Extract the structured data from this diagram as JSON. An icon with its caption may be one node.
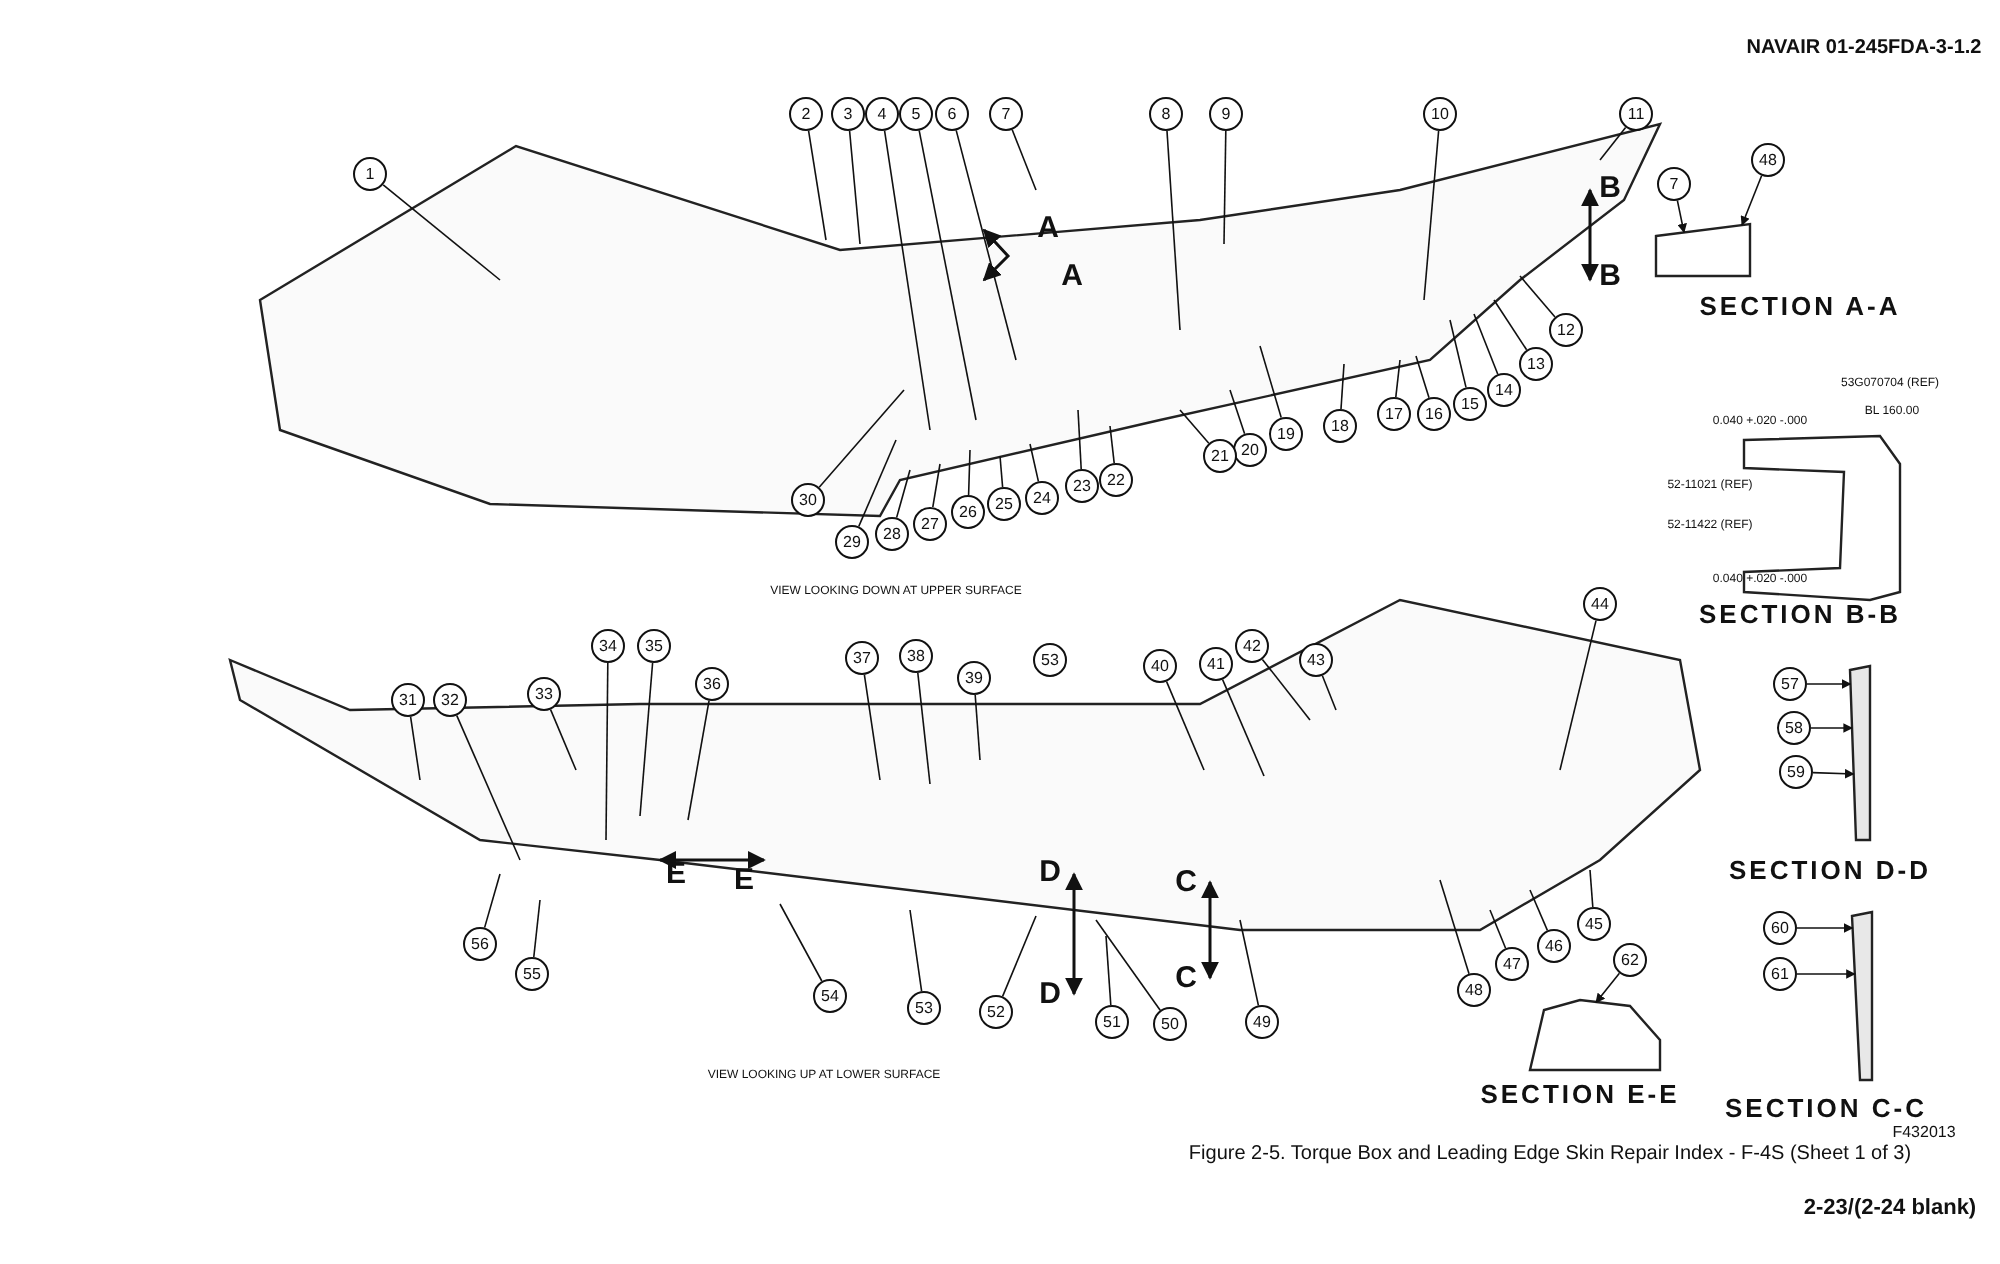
{
  "diagram": {
    "caption": "Figure 2-5. Torque Box and Leading Edge Skin Repair Index - F-4S (Sheet 1 of 3)",
    "nodes": [
      {
        "text": [
          "1"
        ]
      },
      {
        "text": [
          "2"
        ]
      },
      {
        "text": [
          "3"
        ]
      },
      {
        "text": [
          "4"
        ]
      },
      {
        "text": [
          "5"
        ]
      },
      {
        "text": [
          "6"
        ]
      },
      {
        "text": [
          "7"
        ]
      },
      {
        "text": [
          "8"
        ]
      },
      {
        "text": [
          "9"
        ]
      },
      {
        "text": [
          "10"
        ]
      },
      {
        "text": [
          "11"
        ]
      },
      {
        "text": [
          "12"
        ]
      },
      {
        "text": [
          "13"
        ]
      },
      {
        "text": [
          "14"
        ]
      },
      {
        "text": [
          "15"
        ]
      },
      {
        "text": [
          "16"
        ]
      },
      {
        "text": [
          "17"
        ]
      },
      {
        "text": [
          "18"
        ]
      },
      {
        "text": [
          "19"
        ]
      },
      {
        "text": [
          "20"
        ]
      },
      {
        "text": [
          "21"
        ]
      },
      {
        "text": [
          "22"
        ]
      },
      {
        "text": [
          "23"
        ]
      },
      {
        "text": [
          "24"
        ]
      },
      {
        "text": [
          "25"
        ]
      },
      {
        "text": [
          "26"
        ]
      },
      {
        "text": [
          "27"
        ]
      },
      {
        "text": [
          "28"
        ]
      },
      {
        "text": [
          "29"
        ]
      },
      {
        "text": [
          "30"
        ]
      },
      {
        "text": [
          "31"
        ]
      },
      {
        "text": [
          "32"
        ]
      },
      {
        "text": [
          "33"
        ]
      },
      {
        "text": [
          "34"
        ]
      },
      {
        "text": [
          "35"
        ]
      },
      {
        "text": [
          "36"
        ]
      },
      {
        "text": [
          "37"
        ]
      },
      {
        "text": [
          "38"
        ]
      },
      {
        "text": [
          "39"
        ]
      },
      {
        "text": [
          "40"
        ]
      },
      {
        "text": [
          "41"
        ]
      },
      {
        "text": [
          "42"
        ]
      },
      {
        "text": [
          "43"
        ]
      },
      {
        "text": [
          "44"
        ]
      },
      {
        "text": [
          "45"
        ]
      },
      {
        "text": [
          "46"
        ]
      },
      {
        "text": [
          "47"
        ]
      },
      {
        "text": [
          "48"
        ]
      },
      {
        "text": [
          "49"
        ]
      },
      {
        "text": [
          "50"
        ]
      },
      {
        "text": [
          "51"
        ]
      },
      {
        "text": [
          "52"
        ]
      },
      {
        "text": [
          "53"
        ]
      },
      {
        "text": [
          "54"
        ]
      },
      {
        "text": [
          "55"
        ]
      },
      {
        "text": [
          "56"
        ]
      },
      {
        "text": [
          "57"
        ]
      },
      {
        "text": [
          "58"
        ]
      },
      {
        "text": [
          "59"
        ]
      },
      {
        "text": [
          "60"
        ]
      },
      {
        "text": [
          "61"
        ]
      },
      {
        "text": [
          "62"
        ]
      },
      {
        "text": [
          "53"
        ]
      },
      {
        "text": [
          "7"
        ]
      },
      {
        "text": [
          "48"
        ]
      },
      {
        "text": [],
        "shape": "box"
      },
      {
        "text": [],
        "shape": "bar"
      },
      {
        "text": [],
        "shape": "bar"
      },
      {
        "text": [],
        "shape": "box"
      }
    ],
    "edges": [
      {
        "from": 0,
        "to": null,
        "arrow": "none"
      },
      {
        "from": 1,
        "to": null,
        "arrow": "none"
      },
      {
        "from": 2,
        "to": null,
        "arrow": "none"
      },
      {
        "from": 3,
        "to": null,
        "arrow": "none"
      },
      {
        "from": 4,
        "to": null,
        "arrow": "none"
      },
      {
        "from": 5,
        "to": null,
        "arrow": "none"
      },
      {
        "from": 6,
        "to": null,
        "arrow": "none"
      },
      {
        "from": 7,
        "to": null,
        "arrow": "none"
      },
      {
        "from": 8,
        "to": null,
        "arrow": "none"
      },
      {
        "from": 9,
        "to": null,
        "arrow": "none"
      },
      {
        "from": 10,
        "to": null,
        "arrow": "none"
      },
      {
        "from": 11,
        "to": null,
        "arrow": "none"
      },
      {
        "from": 12,
        "to": null,
        "arrow": "none"
      },
      {
        "from": 13,
        "to": null,
        "arrow": "none"
      },
      {
        "from": 14,
        "to": null,
        "arrow": "none"
      },
      {
        "from": 15,
        "to": null,
        "arrow": "none"
      },
      {
        "from": 16,
        "to": null,
        "arrow": "none"
      },
      {
        "from": 17,
        "to": null,
        "arrow": "none"
      },
      {
        "from": 18,
        "to": null,
        "arrow": "none"
      },
      {
        "from": 19,
        "to": null,
        "arrow": "none"
      },
      {
        "from": 20,
        "to": null,
        "arrow": "none"
      },
      {
        "from": 21,
        "to": null,
        "arrow": "none"
      },
      {
        "from": 22,
        "to": null,
        "arrow": "none"
      },
      {
        "from": 23,
        "to": null,
        "arrow": "none"
      },
      {
        "from": 24,
        "to": null,
        "arrow": "none"
      },
      {
        "from": 25,
        "to": null,
        "arrow": "none"
      },
      {
        "from": 26,
        "to": null,
        "arrow": "none"
      },
      {
        "from": 27,
        "to": null,
        "arrow": "none"
      },
      {
        "from": 28,
        "to": null,
        "arrow": "none"
      },
      {
        "from": 29,
        "to": null,
        "arrow": "none"
      },
      {
        "from": 30,
        "to": null,
        "arrow": "none"
      },
      {
        "from": 31,
        "to": null,
        "arrow": "none"
      },
      {
        "from": 32,
        "to": null,
        "arrow": "none"
      },
      {
        "from": 33,
        "to": null,
        "arrow": "none"
      },
      {
        "from": 34,
        "to": null,
        "arrow": "none"
      },
      {
        "from": 35,
        "to": null,
        "arrow": "none"
      },
      {
        "from": 36,
        "to": null,
        "arrow": "none"
      },
      {
        "from": 37,
        "to": null,
        "arrow": "none"
      },
      {
        "from": 38,
        "to": null,
        "arrow": "none"
      },
      {
        "from": 39,
        "to": null,
        "arrow": "none"
      },
      {
        "from": 40,
        "to": null,
        "arrow": "none"
      },
      {
        "from": 41,
        "to": null,
        "arrow": "none"
      },
      {
        "from": 42,
        "to": null,
        "arrow": "none"
      },
      {
        "from": 43,
        "to": null,
        "arrow": "none"
      },
      {
        "from": 44,
        "to": null,
        "arrow": "none"
      },
      {
        "from": 45,
        "to": null,
        "arrow": "none"
      },
      {
        "from": 46,
        "to": null,
        "arrow": "none"
      },
      {
        "from": 47,
        "to": null,
        "arrow": "none"
      },
      {
        "from": 48,
        "to": null,
        "arrow": "none"
      },
      {
        "from": 49,
        "to": null,
        "arrow": "none"
      },
      {
        "from": 50,
        "to": null,
        "arrow": "none"
      },
      {
        "from": 51,
        "to": null,
        "arrow": "none"
      },
      {
        "from": 52,
        "to": null,
        "arrow": "none"
      },
      {
        "from": 53,
        "to": null,
        "arrow": "none"
      },
      {
        "from": 54,
        "to": null,
        "arrow": "none"
      },
      {
        "from": 55,
        "to": null,
        "arrow": "none"
      },
      {
        "from": 56,
        "to": 66,
        "arrow": "to"
      },
      {
        "from": 57,
        "to": 66,
        "arrow": "to"
      },
      {
        "from": 58,
        "to": 66,
        "arrow": "to"
      },
      {
        "from": 59,
        "to": 67,
        "arrow": "to"
      },
      {
        "from": 60,
        "to": 67,
        "arrow": "to"
      },
      {
        "from": 61,
        "to": 68,
        "arrow": "to"
      },
      {
        "from": 63,
        "to": 65,
        "arrow": "to"
      },
      {
        "from": 64,
        "to": 65,
        "arrow": "to"
      }
    ],
    "labels": [
      "NAVAIR 01-245FDA-3-1.2",
      "B",
      "A",
      "A",
      "B",
      "SECTION A-A",
      "53G070704 (REF)",
      "BL 160.00",
      "0.040 +.020 -.000",
      "52-11021 (REF)",
      "52-11422 (REF)",
      "0.040 +.020 -.000",
      "SECTION B-B",
      "VIEW LOOKING DOWN AT UPPER SURFACE",
      "E",
      "E",
      "D",
      "C",
      "SECTION D-D",
      "D",
      "C",
      "VIEW LOOKING UP AT LOWER SURFACE",
      "SECTION E-E",
      "SECTION C-C",
      "F432013",
      "2-23/(2-24 blank)"
    ]
  }
}
